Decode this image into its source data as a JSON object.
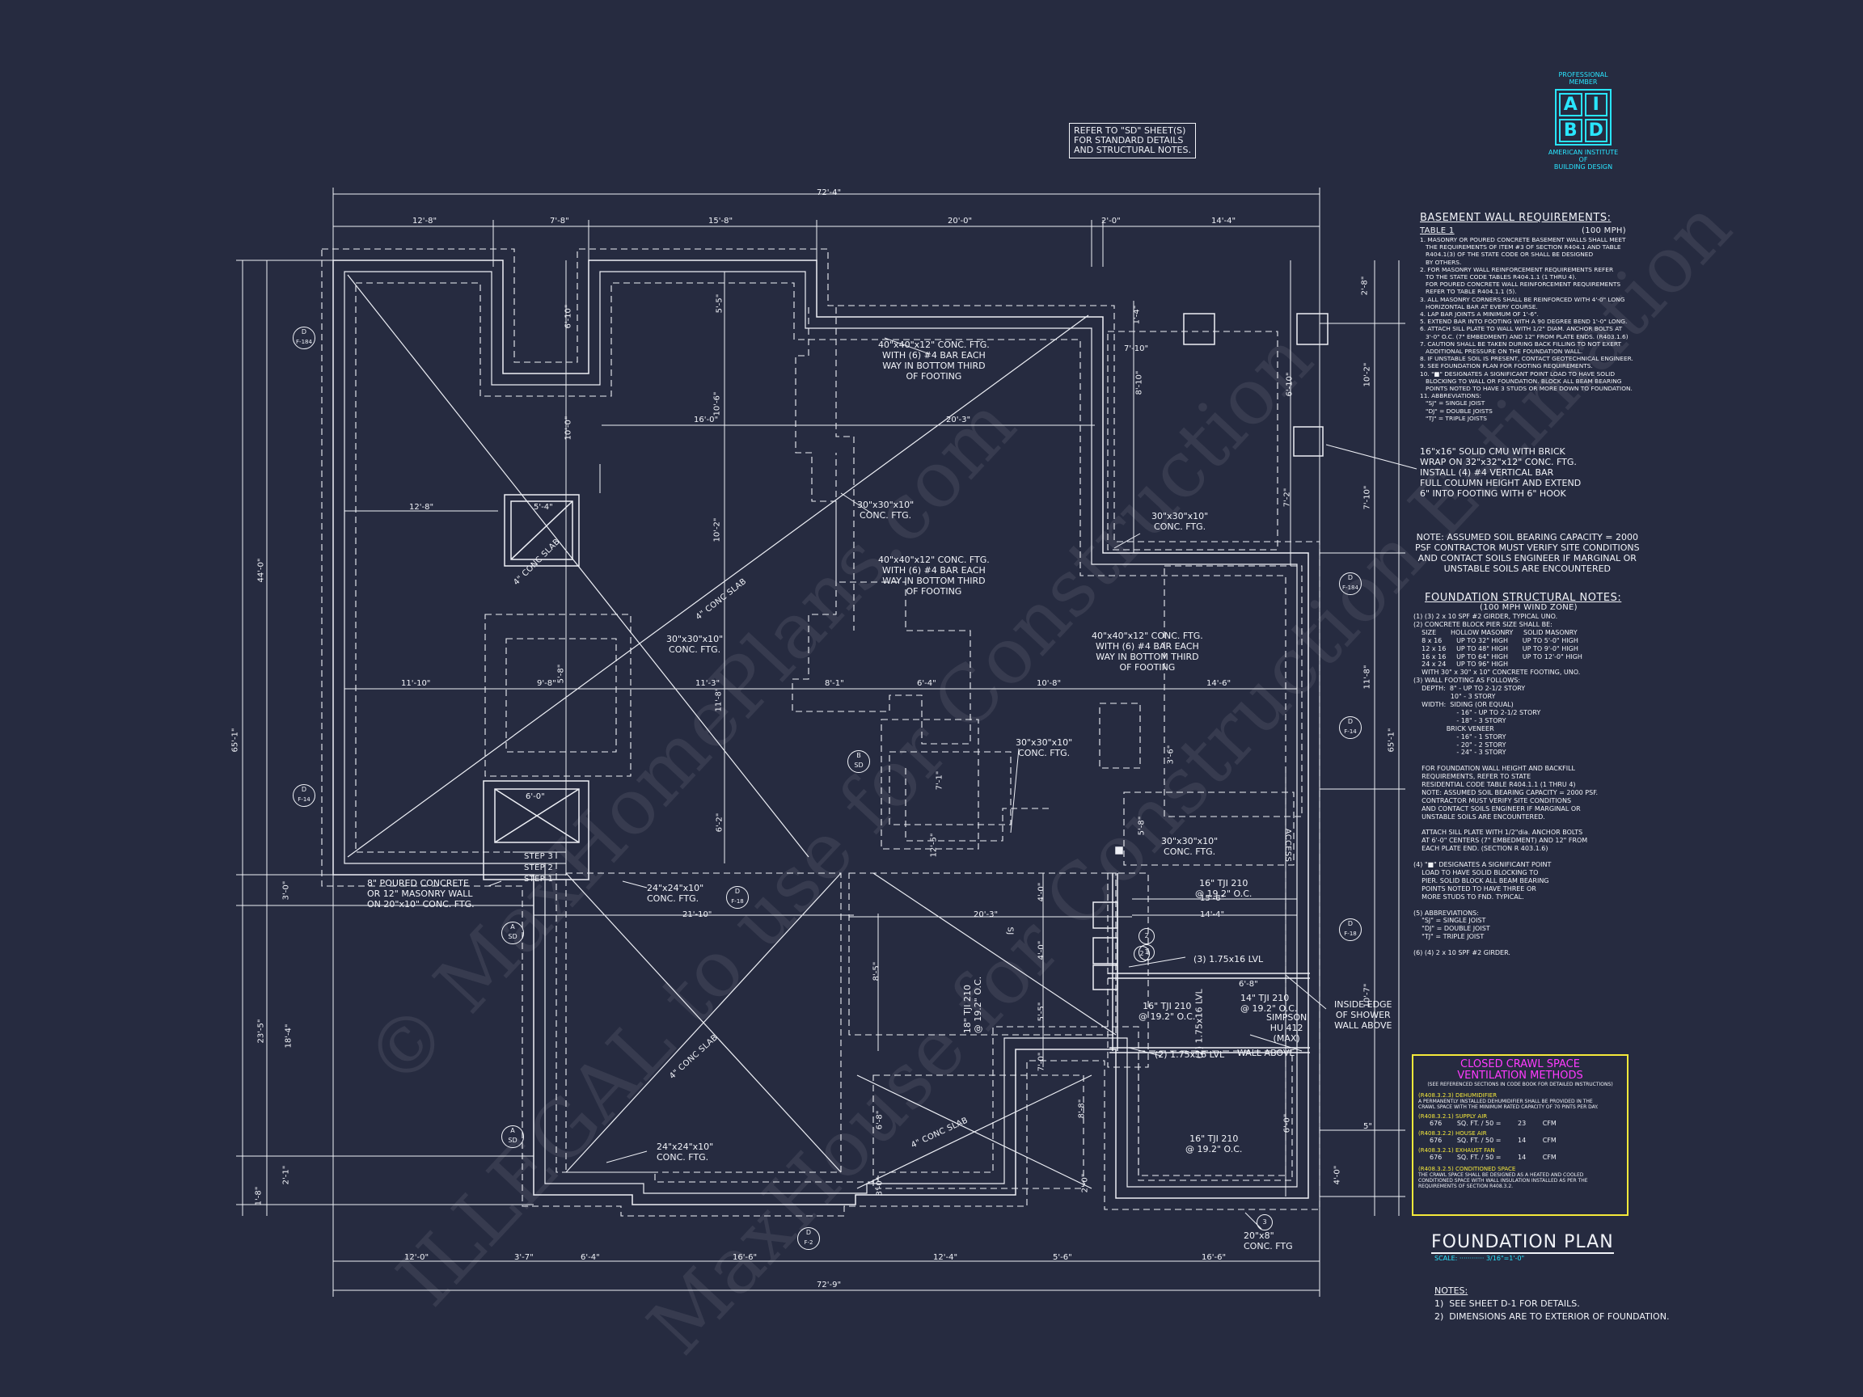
{
  "sheet": {
    "refer_note": "REFER TO \"SD\" SHEET(S)\nFOR STANDARD DETAILS\nAND STRUCTURAL NOTES.",
    "logo": {
      "top_text": "PROFESSIONAL\nMEMBER",
      "letters": [
        "A",
        "I",
        "B",
        "D"
      ],
      "bottom_text": "AMERICAN INSTITUTE\nOF\nBUILDING DESIGN"
    },
    "watermarks": [
      "© MaxHomePlans.com",
      "ILLEGAL to use for Construction",
      "MaxHouse for Construction Estimation"
    ]
  },
  "dimensions": {
    "top_overall": "72'-4\"",
    "top_segments": [
      "12'-8\"",
      "7'-8\"",
      "15'-8\"",
      "20'-0\"",
      "2'-0\"",
      "14'-4\""
    ],
    "bottom_overall": "72'-9\"",
    "bottom_segments": [
      "12'-0\"",
      "3'-7\"",
      "6'-4\"",
      "16'-6\"",
      "12'-4\"",
      "5'-6\"",
      "16'-6\""
    ],
    "left_overall": "65'-1\"",
    "left_segments": [
      "44'-0\"",
      "23'-5\"",
      "3'-0\"",
      "18'-4\"",
      "2'-1\"",
      "1'-8\""
    ],
    "right_overall": "65'-1\"",
    "right_segments": [
      "2'-8\"",
      "10'-2\"",
      "7'-10\"",
      "11'-8\"",
      "10'-7\"",
      "5\"",
      "4'-0\""
    ],
    "interior": [
      "6'-10\"",
      "5'-5\"",
      "10'-6\"",
      "16'-0\"",
      "20'-3\"",
      "12'-8\"",
      "5'-4\"",
      "5'-4\"",
      "10'-0\"",
      "10'-2\"",
      "9'-8\"",
      "11'-10\"",
      "11'-3\"",
      "8'-1\"",
      "6'-4\"",
      "10'-8\"",
      "14'-6\"",
      "6'-0\"",
      "5'-8\"",
      "11'-8\"",
      "6'-2\"",
      "21'-10\"",
      "20'-3\"",
      "15'-6\"",
      "14'-4\"",
      "6'-8\"",
      "7'-10\"",
      "1'-4\"",
      "8'-10\"",
      "6'-10\"",
      "7'-2\"",
      "4'-0\"",
      "4'-0\"",
      "5'-5\"",
      "8'-5\"",
      "6'-8\"",
      "7'-0\"",
      "8'-8\"",
      "2'-0\"",
      "3'-0\"",
      "6'-0\"",
      "12'-5\"",
      "7'-1\"",
      "3'-6\"",
      "5'-8\"",
      "1'-2\""
    ]
  },
  "notes": {
    "conc_slab": "4\" CONC SLAB",
    "ftg_40": "40\"x40\"x12\" CONC. FTG.\nWITH (6) #4 BAR EACH\nWAY IN BOTTOM THIRD\nOF FOOTING",
    "ftg_30": "30\"x30\"x10\"\nCONC. FTG.",
    "ftg_24": "24\"x24\"x10\"\nCONC. FTG.",
    "ftg_20": "20\"x8\"\nCONC. FTG",
    "wall": "8\" POURED CONCRETE\nOR 12\" MASONRY WALL\nON 20\"x10\" CONC. FTG.",
    "cmu": "16\"x16\" SOLID CMU WITH BRICK\nWRAP ON 32\"x32\"x12\" CONC. FTG.\nINSTALL (4) #4 VERTICAL BAR\nFULL COLUMN HEIGHT AND EXTEND\n6\" INTO FOOTING WITH 6\" HOOK",
    "soil": "NOTE: ASSUMED SOIL BEARING CAPACITY = 2000\nPSF CONTRACTOR MUST VERIFY SITE CONDITIONS\nAND CONTACT SOILS ENGINEER IF MARGINAL OR\nUNSTABLE SOILS ARE ENCOUNTERED",
    "tji_14": "14\" TJI 210\n@ 19.2\" O.C.",
    "tji_16": "16\" TJI 210\n@ 19.2\" O.C.",
    "tji_18": "18\" TJI 210\n@ 19.2\" O.C.",
    "lvl_3": "(3) 1.75x16 LVL",
    "lvl_2": "(2) 1.75x16 LVL",
    "lvl_2v": "(2) 1.75x16 LVL",
    "simpson": "SIMPSON\nHU 412\n(MAX)",
    "shower": "INSIDE EDGE\nOF SHOWER\nWALL ABOVE",
    "wall_above": "WALL ABOVE",
    "steps": [
      "STEP 3",
      "STEP 2",
      "STEP 1"
    ],
    "access": "ACCESS",
    "sj": "SJ"
  },
  "callouts": {
    "sections": [
      {
        "letter": "A",
        "sheet": "SD"
      },
      {
        "letter": "A",
        "sheet": "SD"
      },
      {
        "letter": "B",
        "sheet": "SD"
      }
    ],
    "details": [
      {
        "letter": "D",
        "sheet": "F-184"
      },
      {
        "letter": "D",
        "sheet": "F-14"
      },
      {
        "letter": "D",
        "sheet": "F-184"
      },
      {
        "letter": "D",
        "sheet": "F-14"
      },
      {
        "letter": "D",
        "sheet": "F-18"
      },
      {
        "letter": "D",
        "sheet": "F-18"
      },
      {
        "letter": "D",
        "sheet": "F-2"
      }
    ],
    "numbers": [
      "1",
      "2",
      "2",
      "3"
    ]
  },
  "basement": {
    "heading": "BASEMENT WALL REQUIREMENTS:",
    "table": "TABLE 1",
    "wind": "(100 MPH)",
    "body": "1. MASONRY OR POURED CONCRETE BASEMENT WALLS SHALL MEET\n   THE REQUIREMENTS OF ITEM #3 OF SECTION R404.1 AND TABLE\n   R404.1(3) OF THE STATE CODE OR SHALL BE DESIGNED\n   BY OTHERS.\n2. FOR MASONRY WALL REINFORCEMENT REQUIREMENTS REFER\n   TO THE STATE CODE TABLES R404.1.1 (1 THRU 4).\n   FOR POURED CONCRETE WALL REINFORCEMENT REQUIREMENTS\n   REFER TO TABLE R404.1.1 (5).\n3. ALL MASONRY CORNERS SHALL BE REINFORCED WITH 4'-0\" LONG\n   HORIZONTAL BAR AT EVERY COURSE.\n4. LAP BAR JOINTS A MINIMUM OF 1'-6\".\n5. EXTEND BAR INTO FOOTING WITH A 90 DEGREE BEND 1'-0\" LONG.\n6. ATTACH SILL PLATE TO WALL WITH 1/2\" DIAM. ANCHOR BOLTS AT\n   3'-0\" O.C. (7\" EMBEDMENT) AND 12\" FROM PLATE ENDS. (R403.1.6)\n7. CAUTION SHALL BE TAKEN DURING BACK FILLING TO NOT EXERT\n   ADDITIONAL PRESSURE ON THE FOUNDATION WALL.\n8. IF UNSTABLE SOIL IS PRESENT, CONTACT GEOTECHNICAL ENGINEER.\n9. SEE FOUNDATION PLAN FOR FOOTING REQUIREMENTS.\n10. \"■\" DESIGNATES A SIGNIFICANT POINT LOAD TO HAVE SOLID\n   BLOCKING TO WALL OR FOUNDATION. BLOCK ALL BEAM BEARING\n   POINTS NOTED TO HAVE 3 STUDS OR MORE DOWN TO FOUNDATION.\n11. ABBREVIATIONS:\n   \"SJ\" = SINGLE JOIST\n   \"DJ\" = DOUBLE JOISTS\n   \"TJ\" = TRIPLE JOISTS"
  },
  "structural": {
    "heading": "FOUNDATION STRUCTURAL NOTES:",
    "wind": "(100 MPH WIND ZONE)",
    "body": "(1) (3) 2 x 10 SPF #2 GIRDER, TYPICAL UNO.\n(2) CONCRETE BLOCK PIER SIZE SHALL BE:\n    SIZE       HOLLOW MASONRY     SOLID MASONRY\n    8 x 16       UP TO 32\" HIGH       UP TO 5'-0\" HIGH\n    12 x 16     UP TO 48\" HIGH       UP TO 9'-0\" HIGH\n    16 x 16     UP TO 64\" HIGH       UP TO 12'-0\" HIGH\n    24 x 24     UP TO 96\" HIGH\n    WITH 30\" x 30\" x 10\" CONCRETE FOOTING, UNO.\n(3) WALL FOOTING AS FOLLOWS:\n    DEPTH:  8\" - UP TO 2-1/2 STORY\n                  10\" - 3 STORY\n    WIDTH:  SIDING (OR EQUAL)\n                     - 16\" - UP TO 2-1/2 STORY\n                     - 18\" - 3 STORY\n                BRICK VENEER\n                     - 16\" - 1 STORY\n                     - 20\" - 2 STORY\n                     - 24\" - 3 STORY\n\n    FOR FOUNDATION WALL HEIGHT AND BACKFILL\n    REQUIREMENTS, REFER TO STATE\n    RESIDENTIAL CODE TABLE R404.1.1 (1 THRU 4)\n    NOTE: ASSUMED SOIL BEARING CAPACITY = 2000 PSF.\n    CONTRACTOR MUST VERIFY SITE CONDITIONS\n    AND CONTACT SOILS ENGINEER IF MARGINAL OR\n    UNSTABLE SOILS ARE ENCOUNTERED.\n\n    ATTACH SILL PLATE WITH 1/2\"dia. ANCHOR BOLTS\n    AT 6'-0\" CENTERS (7\" EMBEDMENT) AND 12\" FROM\n    EACH PLATE END. (SECTION R 403.1.6)\n\n(4) \"■\" DESIGNATES A SIGNIFICANT POINT\n    LOAD TO HAVE SOLID BLOCKING TO\n    PIER. SOLID BLOCK ALL BEAM BEARING\n    POINTS NOTED TO HAVE THREE OR\n    MORE STUDS TO FND. TYPICAL.\n\n(5) ABBREVIATIONS:\n    \"SJ\" = SINGLE JOIST\n    \"DJ\" = DOUBLE JOIST\n    \"TJ\" = TRIPLE JOIST\n\n(6) (4) 2 x 10 SPF #2 GIRDER."
  },
  "vent": {
    "title": "CLOSED CRAWL SPACE\nVENTILATION METHODS",
    "sub": "(SEE REFERENCED SECTIONS IN CODE BOOK FOR DETAILED INSTRUCTIONS)",
    "dehumid_h": "(R408.3.2.3) DEHUMIDIFIER",
    "dehumid_b": "A PERMANENTLY INSTALLED DEHUMIDIFIER SHALL BE PROVIDED IN THE\nCRAWL SPACE WITH THE MINIMUM RATED CAPACITY OF 70 PINTS PER DAY.",
    "supply_h": "(R408.3.2.1) SUPPLY AIR",
    "house_h": "(R408.3.2.2) HOUSE AIR",
    "exhaust_h": "(R408.3.2.1) EXHAUST FAN",
    "area": "676",
    "unit": "SQ. FT. / 50 =",
    "supply_cfm": "23",
    "house_cfm": "14",
    "exhaust_cfm": "14",
    "cfm": "CFM",
    "cond_h": "(R408.3.2.5) CONDITIONED SPACE",
    "cond_b": "THE CRAWL SPACE SHALL BE DESIGNED AS A HEATED AND COOLED\nCONDITIONED SPACE WITH WALL INSULATION INSTALLED AS PER THE\nREQUIREMENTS OF SECTION R408.3.2."
  },
  "title_block": {
    "title": "FOUNDATION PLAN",
    "scale": "SCALE: ············ 3/16\"=1'-0\"",
    "notes_h": "NOTES:",
    "notes": [
      "1)  SEE SHEET D-1 FOR DETAILS.",
      "2)  DIMENSIONS ARE TO EXTERIOR OF FOUNDATION."
    ]
  },
  "colors": {
    "background": "#262b40",
    "lines": "#f1f3f8",
    "accent_cyan": "#29e5ff",
    "accent_magenta": "#ff3bff",
    "accent_yellow": "#f5e93a"
  }
}
